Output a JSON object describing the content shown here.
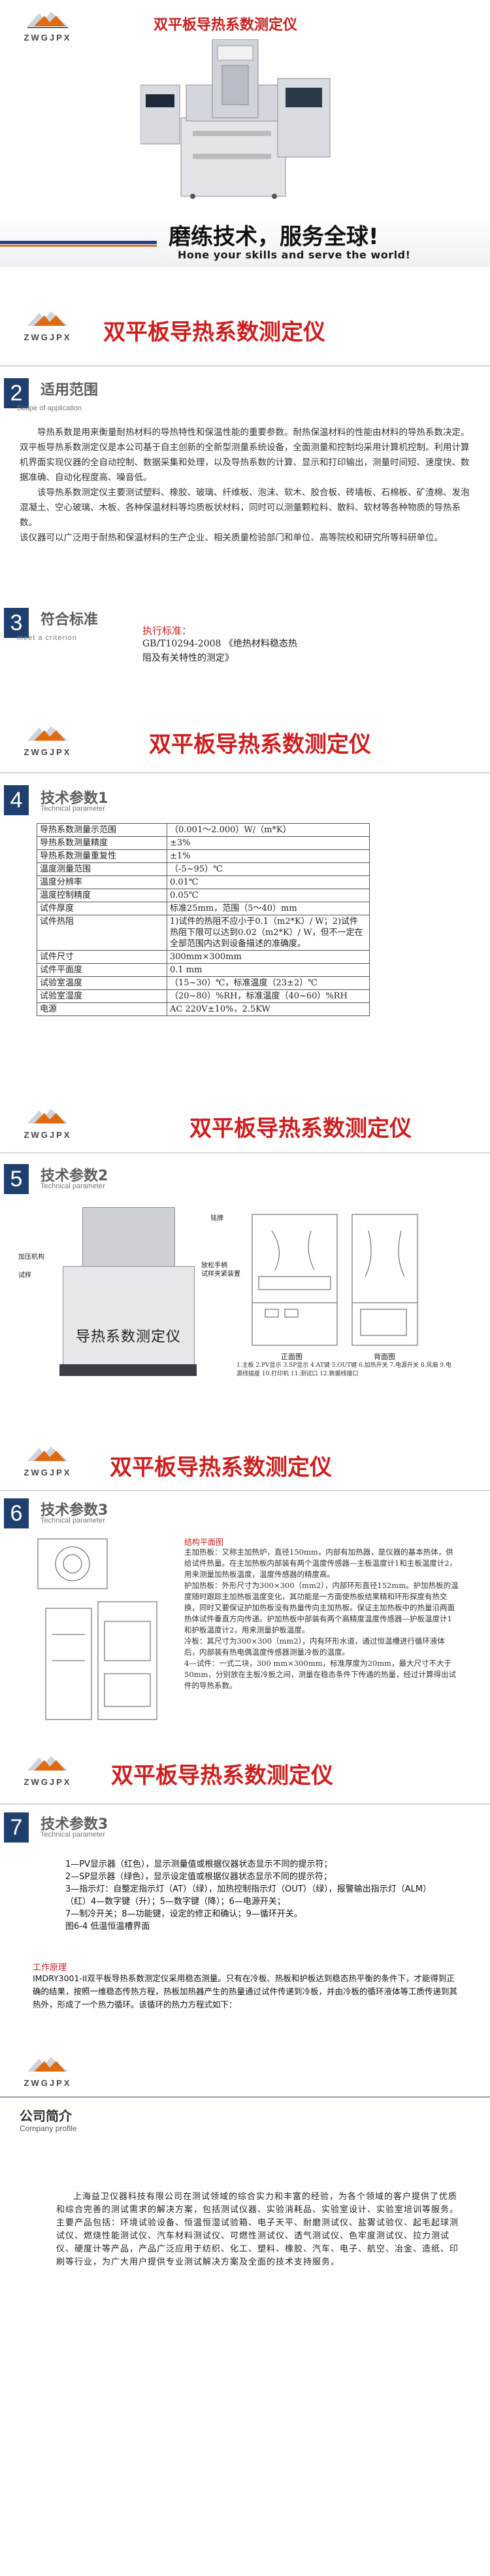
{
  "hero": {
    "logo_text": "ZWGJPX",
    "title": "双平板导热系数测定仪",
    "slogan": "磨练技术，服务全球!",
    "slogan_en": "Hone your skills and serve the world!"
  },
  "banner1": {
    "logo_text": "ZWGJPX",
    "title": "双平板导热系数测定仪"
  },
  "scope": {
    "num": "2",
    "title": "适用范围",
    "subtitle": "Scope of application",
    "paragraphs": [
      "导热系数是用来衡量耐热材料的导热特性和保温性能的重要参数。耐热保温材料的性能由材料的导热系数决定。双平板导热系数测定仪是本公司基于自主创新的全新型测量系统设备，全面测量和控制均采用计算机控制。利用计算机界面实现仪器的全自动控制、数据采集和处理，以及导热系数的计算、显示和打印输出，测量时间短、速度快、数据准确、自动化程度高、噪音低。",
      "该导热系数测定仪主要测试塑料、橡胶、玻璃、纤维板、泡沫、软木、胶合板、砖墙板、石棉板、矿渣棉、发泡混凝土、空心玻璃、木板、各种保温材料等均质板状材料，同时可以测量颗粒料、散料、软材等各种物质的导热系数。",
      "该仪器可以广泛用于耐热和保温材料的生产企业、相关质量检验部门和单位、高等院校和研究所等科研单位。"
    ]
  },
  "standard": {
    "num": "3",
    "title": "符合标准",
    "subtitle": "meet a criterion",
    "exec_label": "执行标准：",
    "text": "GB/T10294-2008 《绝热材料稳态热阻及有关特性的测定》"
  },
  "banner2": {
    "logo_text": "ZWGJPX",
    "title": "双平板导热系数测定仪"
  },
  "params1": {
    "num": "4",
    "title": "技术参数1",
    "subtitle": "Technical parameter",
    "rows": [
      [
        "导热系数测量示范围",
        "（0.001～2.000）W/（m*K）"
      ],
      [
        "导热系数测量精度",
        "±3%"
      ],
      [
        "导热系数测量重复性",
        "±1%"
      ],
      [
        "温度测量范围",
        "（-5~95）℃"
      ],
      [
        "温度分辨率",
        "0.01℃"
      ],
      [
        "温度控制精度",
        "0.05℃"
      ],
      [
        "试件厚度",
        "标准25mm，范围（5～40）mm"
      ],
      [
        "试件热阻",
        "1)试件的热阻不应小于0.1（m2*K）/ W；2)试件热阻下限可以达到0.02（m2*K）/ W，但不一定在全部范围内达到设备描述的准确度。"
      ],
      [
        "试件尺寸",
        "300mm×300mm"
      ],
      [
        "试件平面度",
        "0.1 mm"
      ],
      [
        "试验室温度",
        "（15~30）℃，标准温度（23±2）℃"
      ],
      [
        "试验室湿度",
        "（20~80）%RH，标准温度（40~60）%RH"
      ],
      [
        "电源",
        "AC 220V±10%，2.5KW"
      ]
    ]
  },
  "banner3": {
    "logo_text": "ZWGJPX",
    "title": "双平板导热系数测定仪"
  },
  "params2": {
    "num": "5",
    "title": "技术参数2",
    "subtitle": "Technical parameter",
    "machine_label": "导热系数测定仪",
    "callout_1": "铭牌",
    "callout_2": "放松手柄",
    "callout_3": "试样夹紧装置",
    "callout_4": "加压机构",
    "callout_5": "试样",
    "front_label": "正面图",
    "back_label": "背面图",
    "legend": "1.主板 2.PV显示 3.SP显示 4.AT键 5.OUT键 6.加热开关 7.电源开关 8.风扇 9.电源线插座 10.打印机 11.测试口 12.数据线接口"
  },
  "banner4": {
    "logo_text": "ZWGJPX",
    "title": "双平板导热系数测定仪"
  },
  "params3": {
    "num": "6",
    "title": "技术参数3",
    "subtitle": "Technical parameter",
    "structure_title": "结构平面图",
    "paragraphs": [
      "主加热板：又称主加热炉，直径150mm，内部有加热器，是仪器的基本热体，供给试件热量。在主加热板内部装有两个温度传感器—主板温度计1和主板温度计2，用来测量加热板温度，温度传感器的精度高。",
      "护加热板：外形尺寸为300×300（mm2），内部环形直径152mm。护加热板的温度随时跟踪主加热板温度变化，其功能是一方面使热板结果精和环形探度有热交换，同时又要保证护加热板没有热量传向主加热板。保证主加热板中的热量沿两面热体试件垂直方向传递。护加热板中部装有两个高精度温度传感器—护板温度计1和护板温度计2，用来测量护板温度。",
      "冷板：其尺寸为300×300（mm2），内有环形水道，通过恒温槽进行循环液体后，内部装有热电偶温度传感器测量冷板的温度。",
      "4—试件：一式二块，300 mm×300mm，标准厚度为20mm，最大尺寸不大于50mm，分别放在主板冷板之间，测量在稳态条件下传通的热量，经过计算得出试件的导热系数。"
    ]
  },
  "banner5": {
    "logo_text": "ZWGJPX",
    "title": "双平板导热系数测定仪"
  },
  "params4": {
    "num": "7",
    "title": "技术参数3",
    "subtitle": "Technical parameter",
    "items": [
      "1—PV显示器（红色），显示测量值或根据仪器状态显示不同的提示符；",
      "2—SP显示器（绿色），显示设定值或根据仪器状态显示不同的提示符；",
      "3—指示灯：自整定指示灯（AT）（绿），加热控制指示灯（OUT）（绿），报警输出指示灯（ALM）（红）4—数字键（升）；5—数字键（降）；6—电源开关；",
      "7—制冷开关；8—功能键，设定的修正和确认；9—循环开关。",
      "图6-4 低温恒温槽界面"
    ],
    "principle_title": "工作原理",
    "principle_text": "IMDRY3001-II双平板导热系数测定仪采用稳态测量。只有在冷板、热板和护板达到稳态热平衡的条件下，才能得到正确的结果，按照一维稳态传热方程，热板加热器产生的热量通过试件传递到冷板，并由冷板的循环液体等工质传递到其热外，形成了一个热力循环。该循环的热力方程式如下："
  },
  "company": {
    "logo_text": "ZWGJPX",
    "title": "公司简介",
    "subtitle": "Company profile",
    "text": "上海益卫仪器科技有限公司在测试领域的综合实力和丰富的经验，为各个领域的客户提供了优质和综合完善的测试需求的解决方案，包括测试仪器、实验消耗品、实验室设计、实验室培训等服务。主要产品包括：环境试验设备、恒温恒湿试验箱、电子天平、耐磨测试仪、盐雾试验仪、起毛起球测试仪、燃烧性能测试仪、汽车材料测试仪、可燃性测试仪、透气测试仪、色牢度测试仪、拉力测试仪、硬度计等产品，产品广泛应用于纺织、化工、塑料、橡胶、汽车、电子、航空、冶金、造纸、印刷等行业，为广大用户提供专业测试解决方案及全面的技术支持服务。"
  }
}
